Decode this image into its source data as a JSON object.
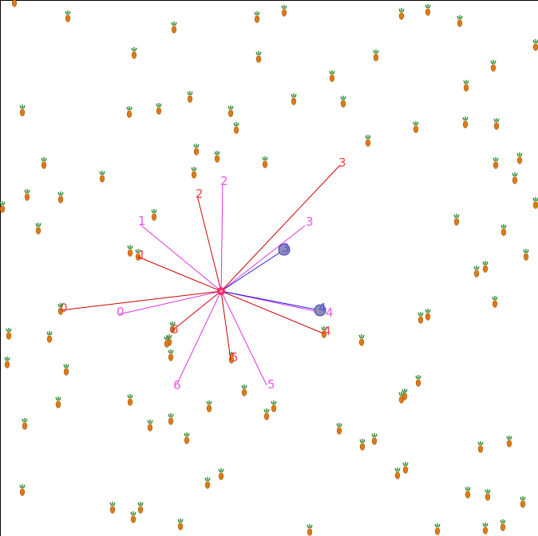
{
  "colors": {
    "background": "#ffffff",
    "border": "#000000",
    "ray_red": "#cc0000",
    "ray_magenta": "#dd33dd",
    "label_red": "#ee4444",
    "label_magenta": "#ee55ee",
    "ray_blue": "#1a1ad8",
    "marker_fill": "#8f8fb0",
    "agent_center": "#ff2266"
  },
  "icons": {
    "food": "carrot-icon",
    "agent": "agent-center-icon",
    "target": "target-marker-icon"
  },
  "red_labels": [
    "0",
    "1",
    "2",
    "3",
    "4",
    "5",
    "6"
  ],
  "magenta_labels": [
    "0",
    "1",
    "2",
    "3",
    "4",
    "5",
    "6"
  ],
  "marker_labels": [
    "3",
    "4"
  ]
}
